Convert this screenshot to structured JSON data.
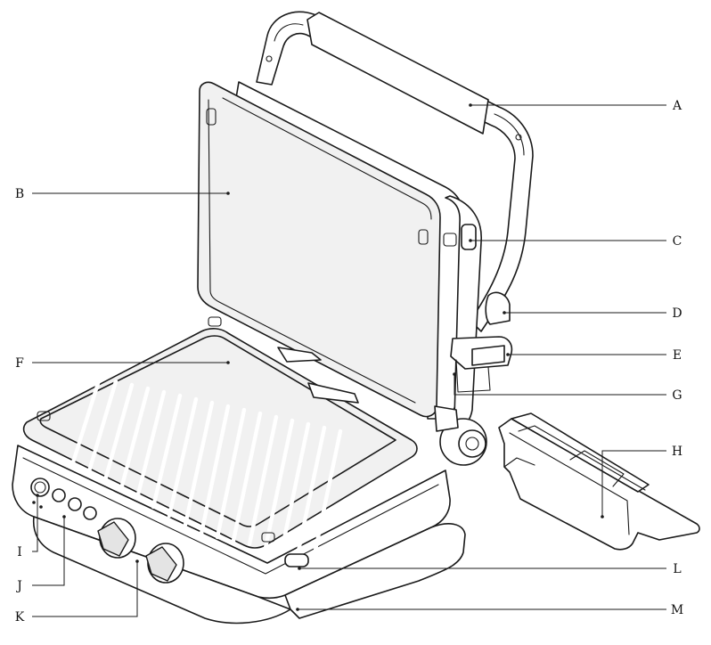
{
  "figure": {
    "callouts": [
      {
        "id": "A",
        "label": "A"
      },
      {
        "id": "B",
        "label": "B"
      },
      {
        "id": "C",
        "label": "C"
      },
      {
        "id": "D",
        "label": "D"
      },
      {
        "id": "E",
        "label": "E"
      },
      {
        "id": "F",
        "label": "F"
      },
      {
        "id": "G",
        "label": "G"
      },
      {
        "id": "H",
        "label": "H"
      },
      {
        "id": "I",
        "label": "I"
      },
      {
        "id": "J",
        "label": "J"
      },
      {
        "id": "K",
        "label": "K"
      },
      {
        "id": "L",
        "label": "L"
      },
      {
        "id": "M",
        "label": "M"
      }
    ]
  }
}
